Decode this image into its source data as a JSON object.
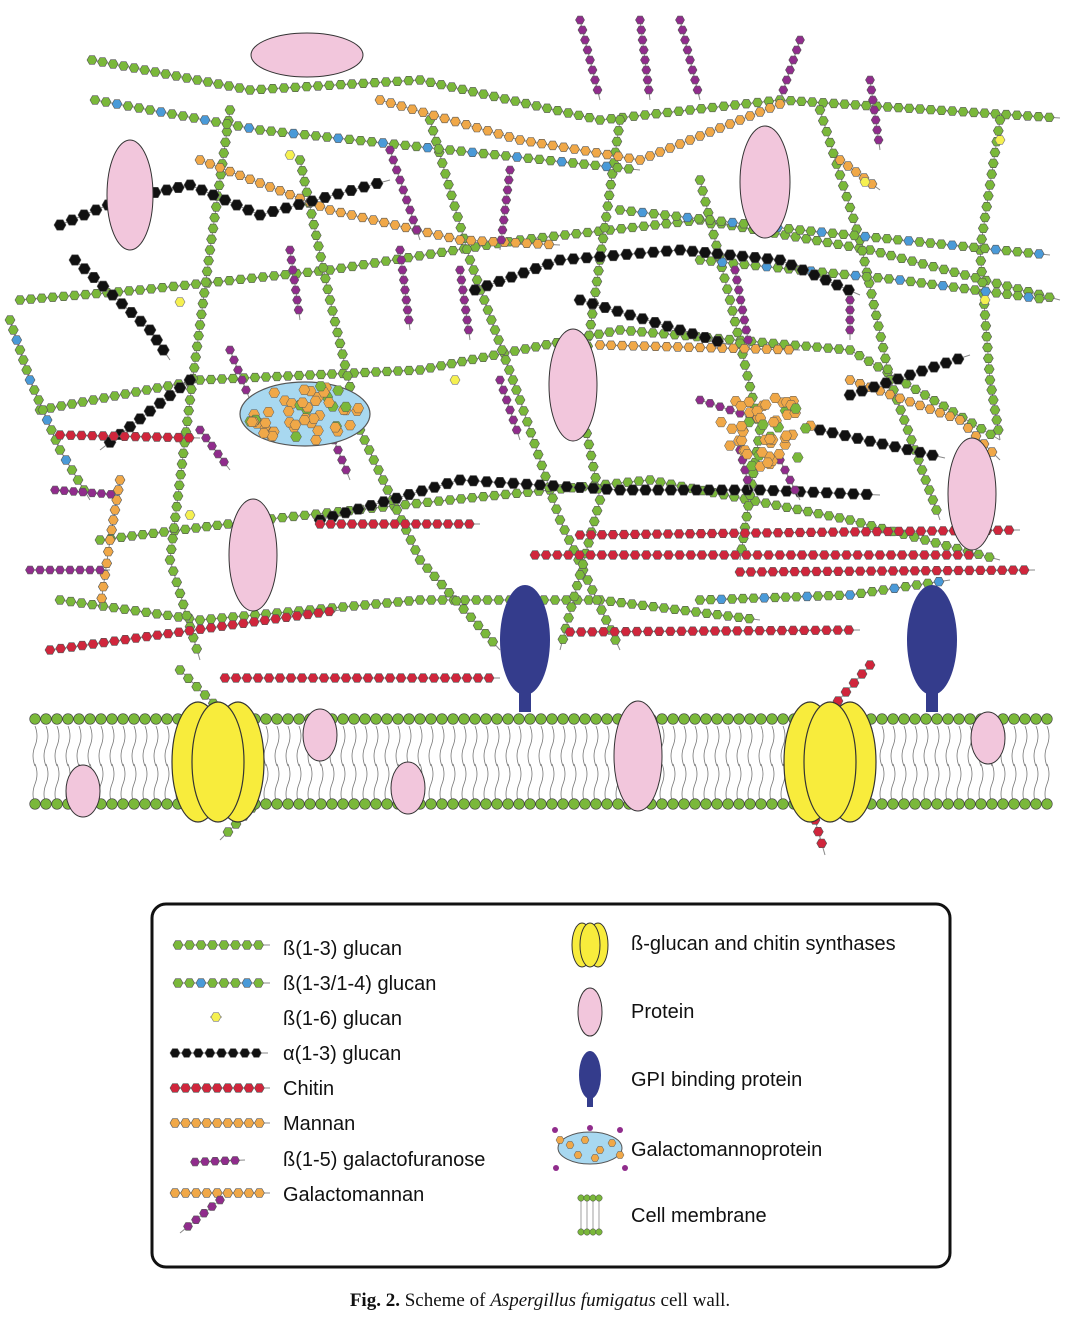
{
  "legend": {
    "items": [
      {
        "key": "beta13",
        "label": "ß(1-3) glucan"
      },
      {
        "key": "beta1314",
        "label": "ß(1-3/1-4) glucan"
      },
      {
        "key": "beta16",
        "label": "ß(1-6) glucan"
      },
      {
        "key": "alpha13",
        "label": "α(1-3) glucan"
      },
      {
        "key": "chitin",
        "label": "Chitin"
      },
      {
        "key": "mannan",
        "label": "Mannan"
      },
      {
        "key": "galf",
        "label": "ß(1-5) galactofuranose"
      },
      {
        "key": "galactomannan",
        "label": "Galactomannan"
      },
      {
        "key": "synthase",
        "label": "ß-glucan and chitin synthases"
      },
      {
        "key": "protein",
        "label": "Protein"
      },
      {
        "key": "gpi",
        "label": "GPI binding protein"
      },
      {
        "key": "gmp",
        "label": "Galactomannoprotein"
      },
      {
        "key": "membrane",
        "label": "Cell membrane"
      }
    ]
  },
  "caption": {
    "fig_label": "Fig. 2.",
    "text_before": "Scheme of",
    "species": "Aspergillus fumigatus",
    "text_after": "cell wall."
  },
  "colors": {
    "glucan_green": "#7ab83a",
    "glucan_blue": "#4a9ad8",
    "beta16_yellow": "#f5f050",
    "alpha_black": "#111111",
    "chitin_red": "#d0263c",
    "mannan_orange": "#f0a848",
    "galf_purple": "#902c8c",
    "protein_pink": "#f2c6dc",
    "gpi_navy": "#343c8c",
    "synthase_yellow": "#f8ec3c",
    "gmp_lightblue": "#a8d8f0",
    "membrane_green": "#7ab83a"
  }
}
